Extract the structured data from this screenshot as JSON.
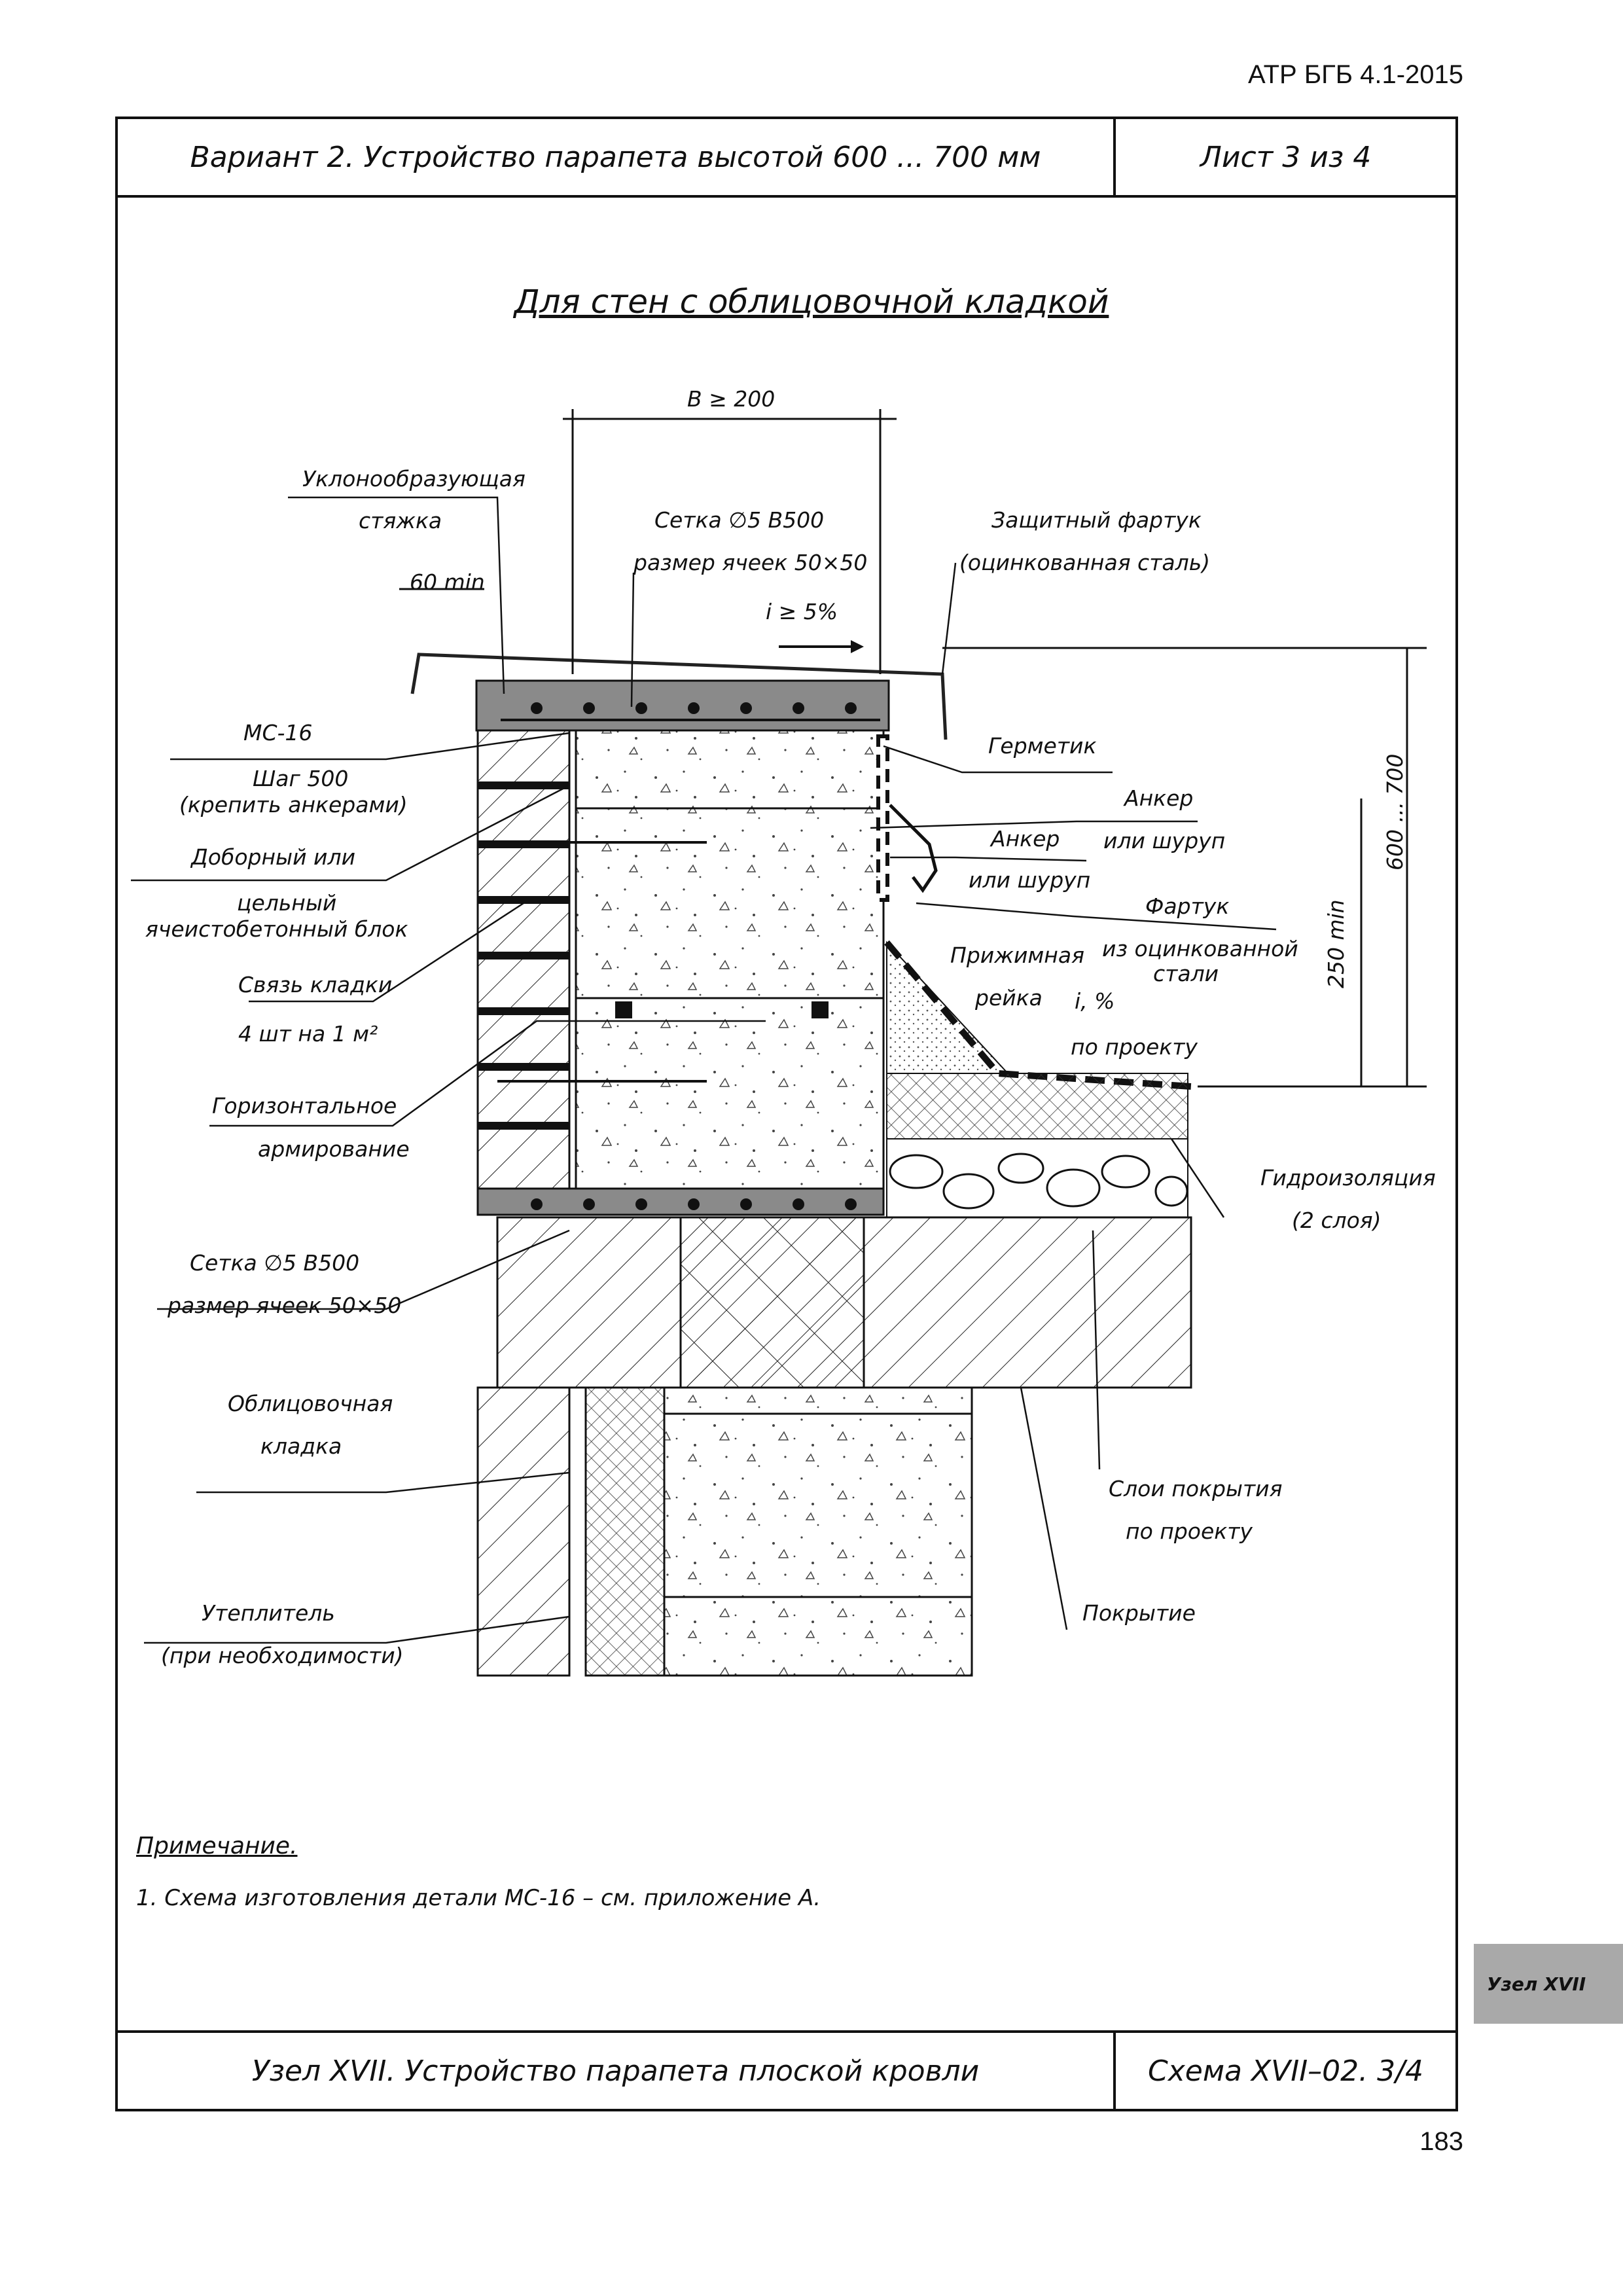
{
  "document_code": "АТР БГБ 4.1-2015",
  "header": {
    "variant_title": "Вариант 2. Устройство парапета высотой 600 ... 700 мм",
    "sheet": "Лист 3 из 4"
  },
  "section_title": "Для стен с облицовочной кладкой",
  "labels": {
    "dim_b": "B ≥ 200",
    "screed_1": "Уклонообразующая",
    "screed_2": "стяжка",
    "dim_60": "60 min",
    "mesh_top_1": "Сетка ∅5 В500",
    "mesh_top_2": "размер ячеек 50×50",
    "slope_top": "i ≥ 5%",
    "apron_1": "Защитный фартук",
    "apron_2": "(оцинкованная сталь)",
    "sealant": "Герметик",
    "anchor_a_1": "Анкер",
    "anchor_a_2": "или шуруп",
    "anchor_b_1": "Анкер",
    "anchor_b_2": "или шуруп",
    "flash_1": "Фартук",
    "flash_2": "из оцинкованной",
    "flash_3": "стали",
    "clamp_1": "Прижимная",
    "clamp_2": "рейка",
    "slope_roof_1": "i, %",
    "slope_roof_2": "по проекту",
    "dim_600": "600 ... 700",
    "dim_250": "250 min",
    "ms16_1": "МС-16",
    "ms16_2": "Шаг 500",
    "ms16_3": "(крепить анкерами)",
    "block_1": "Доборный или",
    "block_2": "цельный",
    "block_3": "ячеистобетонный блок",
    "tie_1": "Связь кладки",
    "tie_2": "4 шт на 1 м²",
    "reinf_1": "Горизонтальное",
    "reinf_2": "армирование",
    "waterproof_1": "Гидроизоляция",
    "waterproof_2": "(2 слоя)",
    "mesh_bot_1": "Сетка ∅5 В500",
    "mesh_bot_2": "размер ячеек 50×50",
    "facing_1": "Облицовочная",
    "facing_2": "кладка",
    "layers_1": "Слои покрытия",
    "layers_2": "по проекту",
    "insul_1": "Утеплитель",
    "insul_2": "(при необходимости)",
    "slab": "Покрытие"
  },
  "note": {
    "title": "Примечание.",
    "text": "1. Схема изготовления детали МС-16 – см. приложение А."
  },
  "side_tab": "Узел XVII",
  "footer": {
    "title": "Узел XVII. Устройство парапета плоской кровли",
    "scheme": "Схема XVII–02. 3/4"
  },
  "page_number": "183"
}
